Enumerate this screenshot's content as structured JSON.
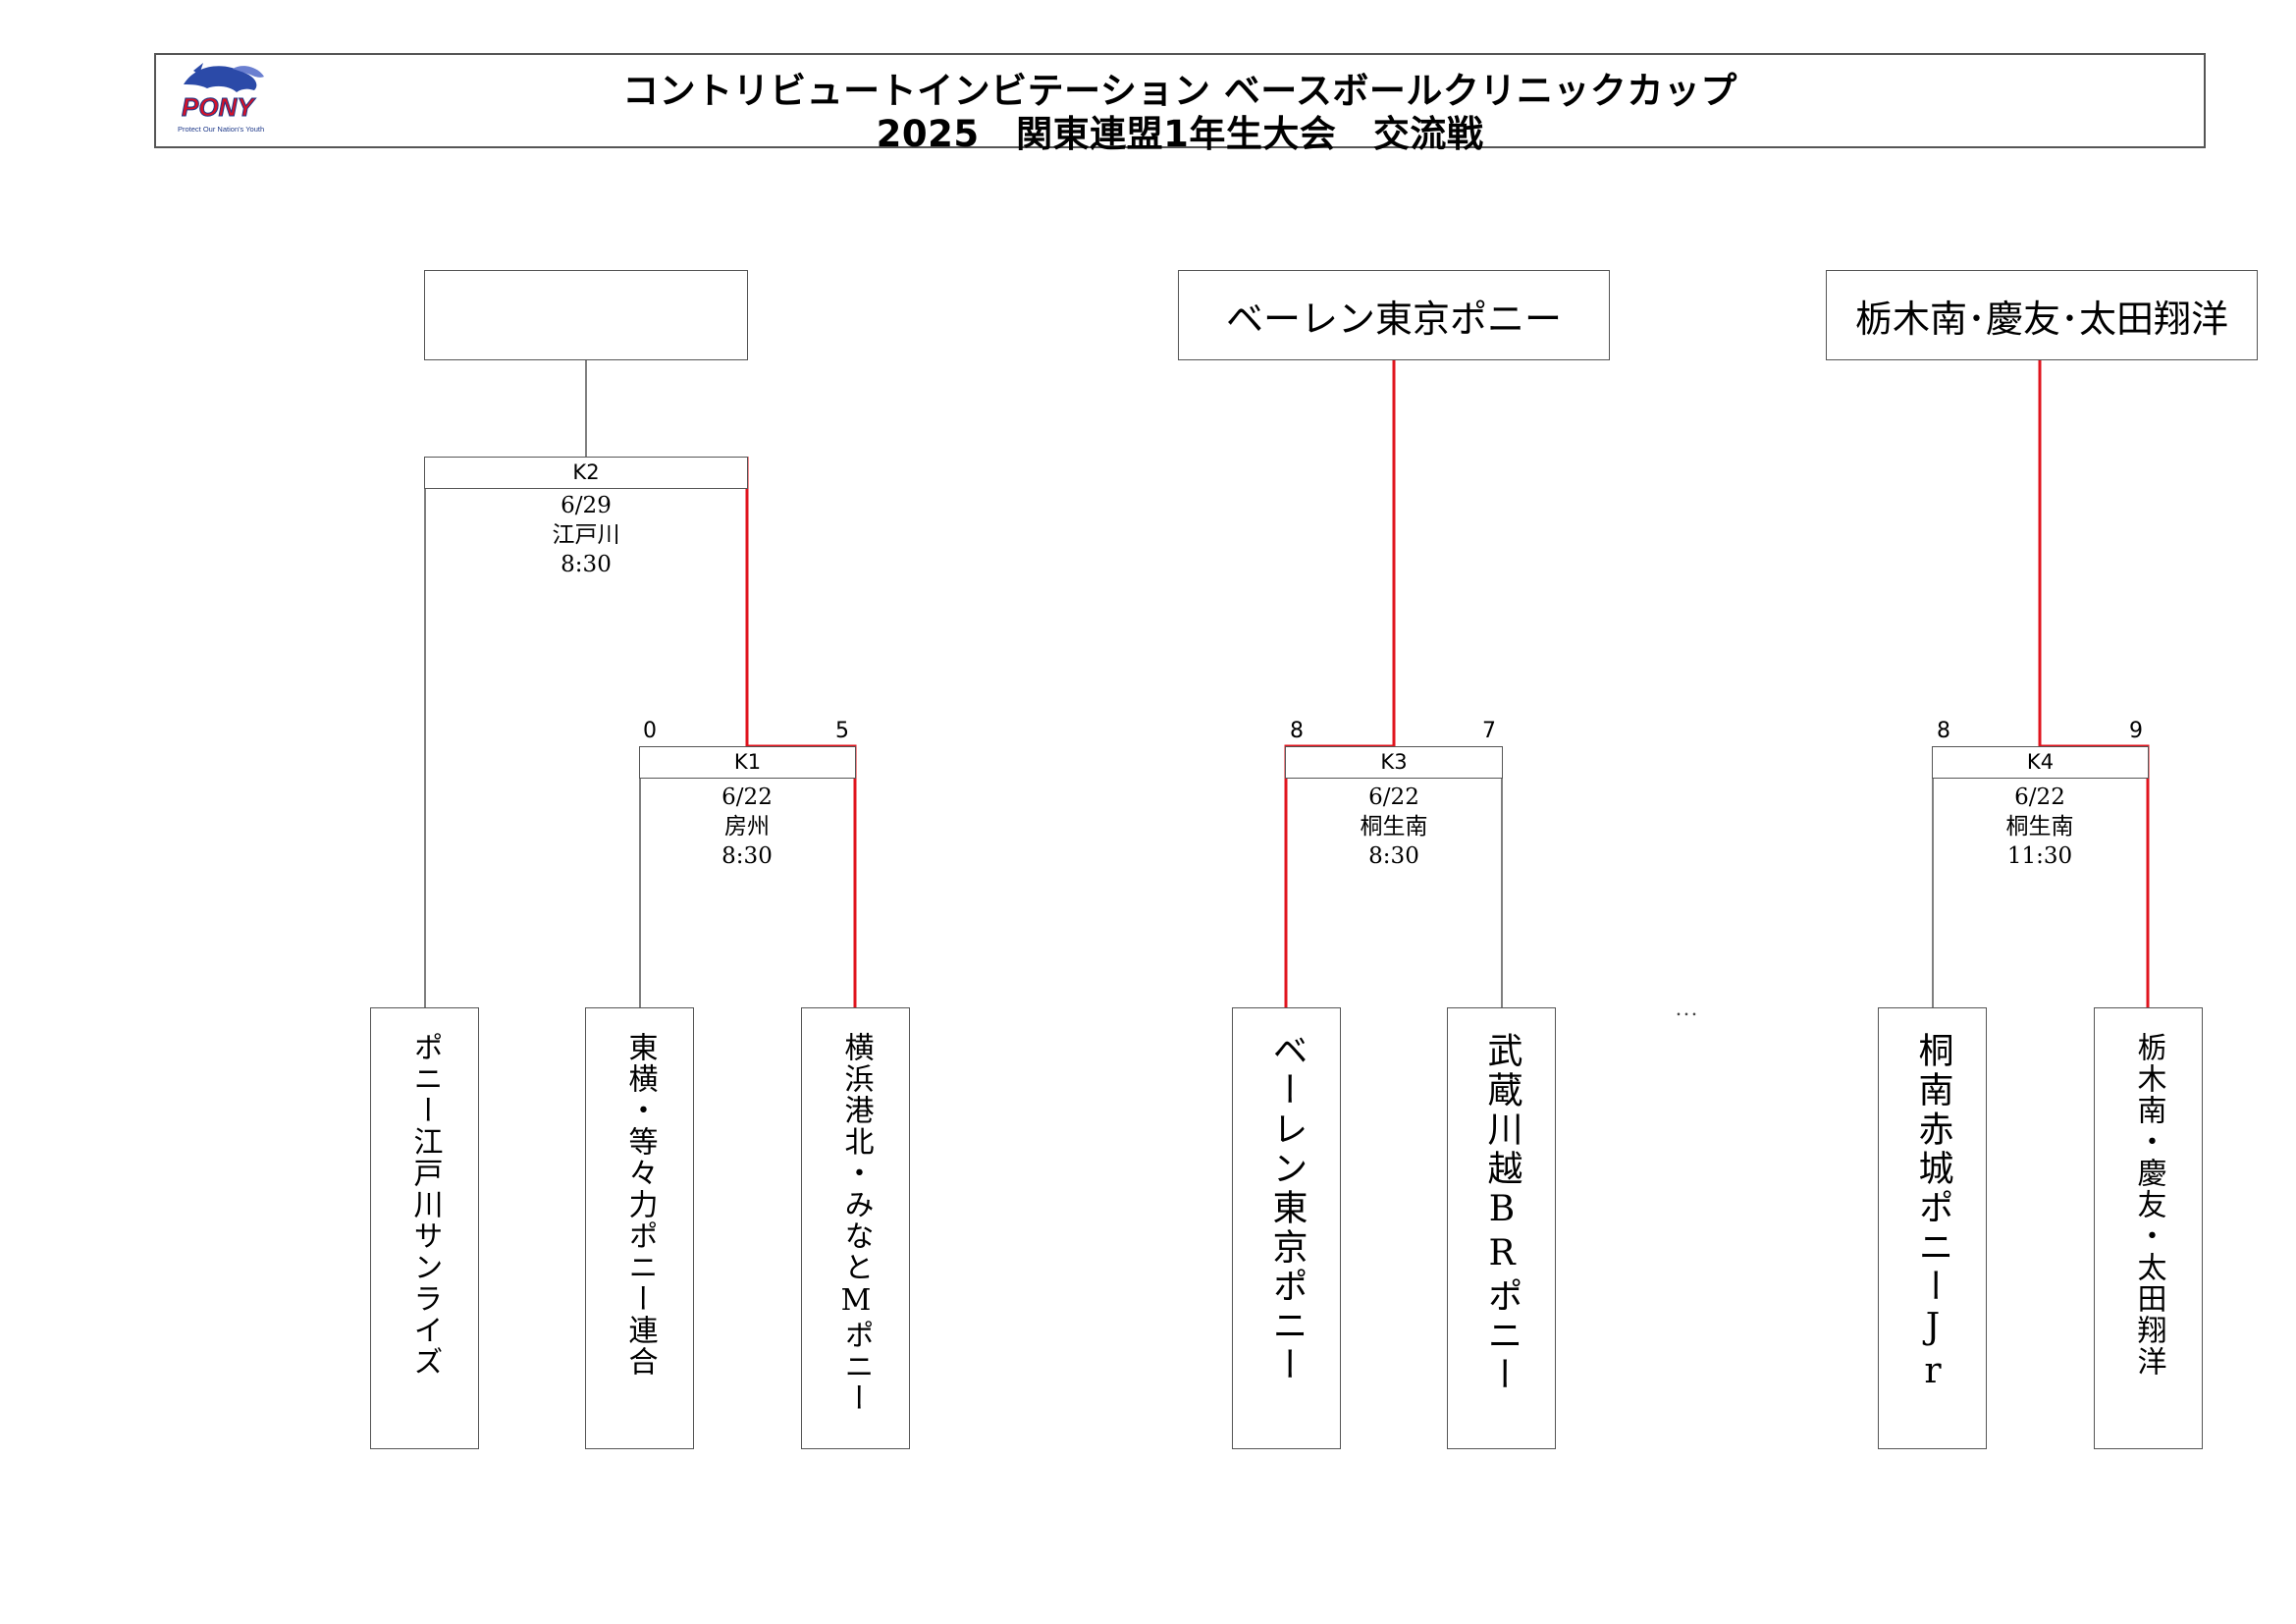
{
  "header": {
    "title_line1": "コントリビュートインビテーション ベースボールクリニックカップ",
    "title_line2": "2025　関東連盟1年生大会　交流戦",
    "logo_text": "PONY",
    "logo_tagline": "Protect Our Nation's Youth"
  },
  "winners": {
    "w1": "",
    "w2": "ベーレン東京ポニー",
    "w3": "栃木南･慶友･太田翔洋"
  },
  "matches": {
    "k2": {
      "id": "K2",
      "date": "6/29",
      "venue": "江戸川",
      "time": "8:30"
    },
    "k1": {
      "id": "K1",
      "date": "6/22",
      "venue": "房州",
      "time": "8:30",
      "score_left": "0",
      "score_right": "5"
    },
    "k3": {
      "id": "K3",
      "date": "6/22",
      "venue": "桐生南",
      "time": "8:30",
      "score_left": "8",
      "score_right": "7"
    },
    "k4": {
      "id": "K4",
      "date": "6/22",
      "venue": "桐生南",
      "time": "11:30",
      "score_left": "8",
      "score_right": "9"
    }
  },
  "teams": {
    "t1": "ポニー江戸川サンライズ",
    "t2": "東横・等々力ポニー連合",
    "t3": "横浜港北・みなとMポニー",
    "t4": "ベーレン東京ポニー",
    "t5": "武蔵川越BRポニー",
    "t6": "桐南赤城ポニーJr",
    "t7": "栃木南・慶友・太田翔洋"
  },
  "misc": {
    "dots": "･･･"
  },
  "colors": {
    "winner_line": "#e0141e",
    "line": "#555555",
    "logo_blue": "#1f3a8a",
    "logo_red": "#d3122a"
  }
}
